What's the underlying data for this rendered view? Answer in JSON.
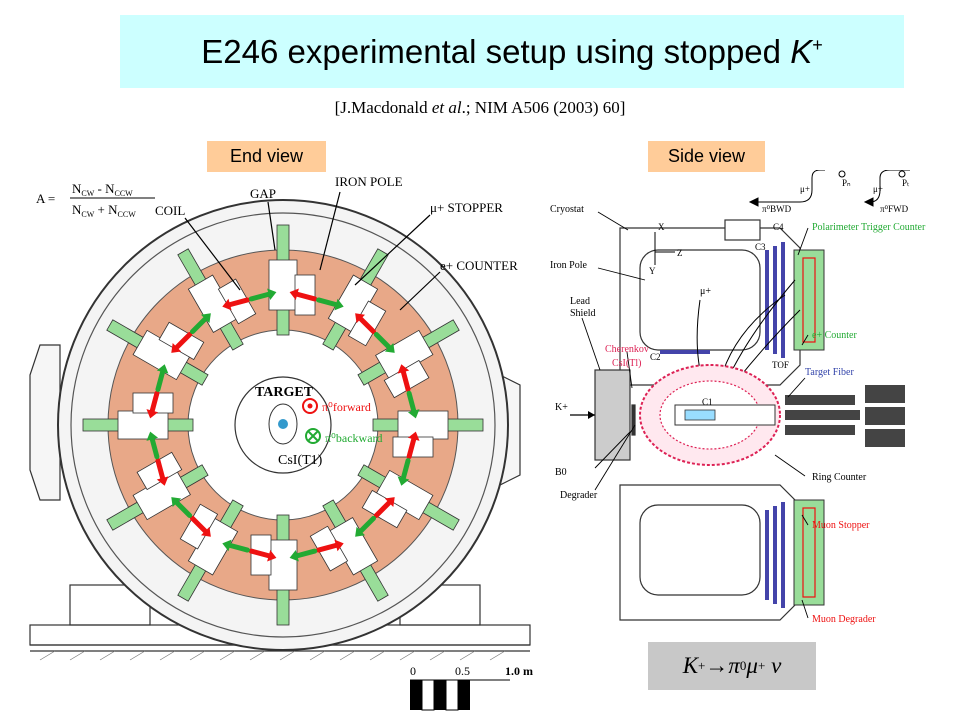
{
  "title": {
    "prefix": "E246 experimental setup using stopped ",
    "particle": "K",
    "charge": "+"
  },
  "citation": {
    "open": "[J.Macdonald ",
    "etal": "et al",
    "rest": ".; NIM A506 (2003) 60]"
  },
  "end_view": {
    "label": "End view",
    "asymmetry_formula": {
      "lhs": "A =",
      "numerator": "N",
      "numerator_sub1": "CW",
      "numerator_mid": " - N",
      "numerator_sub2": "CCW",
      "denominator": "N",
      "denominator_sub1": "CW",
      "denominator_mid": " + N",
      "denominator_sub2": "CCW"
    },
    "callouts": {
      "gap": "GAP",
      "iron_pole": "IRON POLE",
      "coil": "COIL",
      "stopper": "μ+ STOPPER",
      "e_counter": "e+ COUNTER",
      "target": "TARGET",
      "csi": "CsI(T1)",
      "pi_forward": "π⁰forward",
      "pi_backward": "π⁰backward"
    },
    "scale": {
      "ticks": [
        "0",
        "0.5",
        "1.0 m"
      ]
    }
  },
  "side_view": {
    "label": "Side view",
    "labels": {
      "cryostat": "Cryostat",
      "iron_pole": "Iron Pole",
      "lead_shield_1": "Lead",
      "lead_shield_2": "Shield",
      "cherenkov": "Cherenkov",
      "csi": "CsI(Tl)",
      "c1": "C1",
      "c2": "C2",
      "c3": "C3",
      "c4": "C4",
      "tof": "TOF",
      "k_plus": "K+",
      "b0": "B0",
      "degrader": "Degrader",
      "ring_counter": "Ring Counter",
      "target_fiber": "Target Fiber",
      "polarimeter": "Polarimeter Trigger Counter",
      "e_counter": "e+ Counter",
      "muon_stopper": "Muon Stopper",
      "muon_degrader": "Muon Degrader",
      "mu_plus": "μ+",
      "axis_x": "X",
      "axis_z": "Z",
      "axis_y": "Y",
      "bwd": "π⁰BWD",
      "fwd": "π⁰FWD",
      "pn": "Pₙ",
      "pt": "Pₜ",
      "mu_small_1": "μ+",
      "mu_small_2": "μ+"
    }
  },
  "decay": {
    "k": "K",
    "k_charge": "+",
    "arrow": "→",
    "pi": "π",
    "pi_charge": "0",
    "mu": "μ",
    "mu_charge": "+",
    "nu": "ν"
  },
  "colors": {
    "title_bg": "#ccffff",
    "label_bg": "#ffcc99",
    "coil_fill": "#e8a888",
    "arrow_red": "#ee1111",
    "arrow_green": "#22aa33",
    "green_box": "#99dd99",
    "blue_bars": "#4444aa",
    "target_blue": "#3399cc",
    "decay_bg": "#c8c8c8"
  }
}
